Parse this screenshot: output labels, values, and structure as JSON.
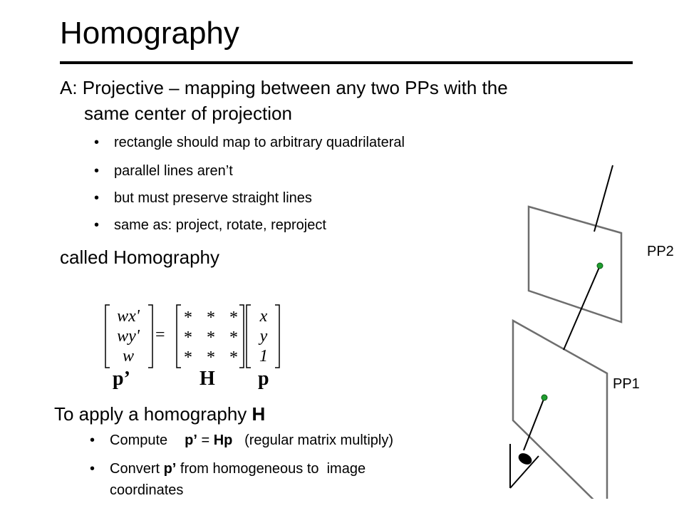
{
  "title": "Homography",
  "intro": {
    "line1": "A: Projective – mapping between any two PPs with the",
    "line2": "same center of projection"
  },
  "bullets": [
    "rectangle should map to arbitrary quadrilateral",
    "parallel lines aren’t",
    "but must preserve straight lines",
    "same as: project, rotate, reproject"
  ],
  "called": "called Homography",
  "equation": {
    "lhs": [
      "wx'",
      "wy'",
      "w"
    ],
    "equals": "=",
    "star": "*",
    "rhs": [
      "x",
      "y",
      "1"
    ],
    "labels": {
      "p_prime": "p’",
      "H": "H",
      "p": "p"
    }
  },
  "apply": {
    "heading_text": "To apply a homography ",
    "heading_bold": "H",
    "step1": {
      "prefix": "Compute",
      "p_prime": "p’",
      "eq": " = ",
      "hp": "Hp",
      "suffix": "   (regular matrix multiply)"
    },
    "step2": {
      "prefix": "Convert ",
      "p_prime": "p’",
      "suffix": " from homogeneous to  image",
      "line2": "coordinates"
    }
  },
  "diagram": {
    "pp1_label": "PP1",
    "pp2_label": "PP2",
    "point_color": "#1f9e2f",
    "eye_icon": "eye-icon"
  }
}
